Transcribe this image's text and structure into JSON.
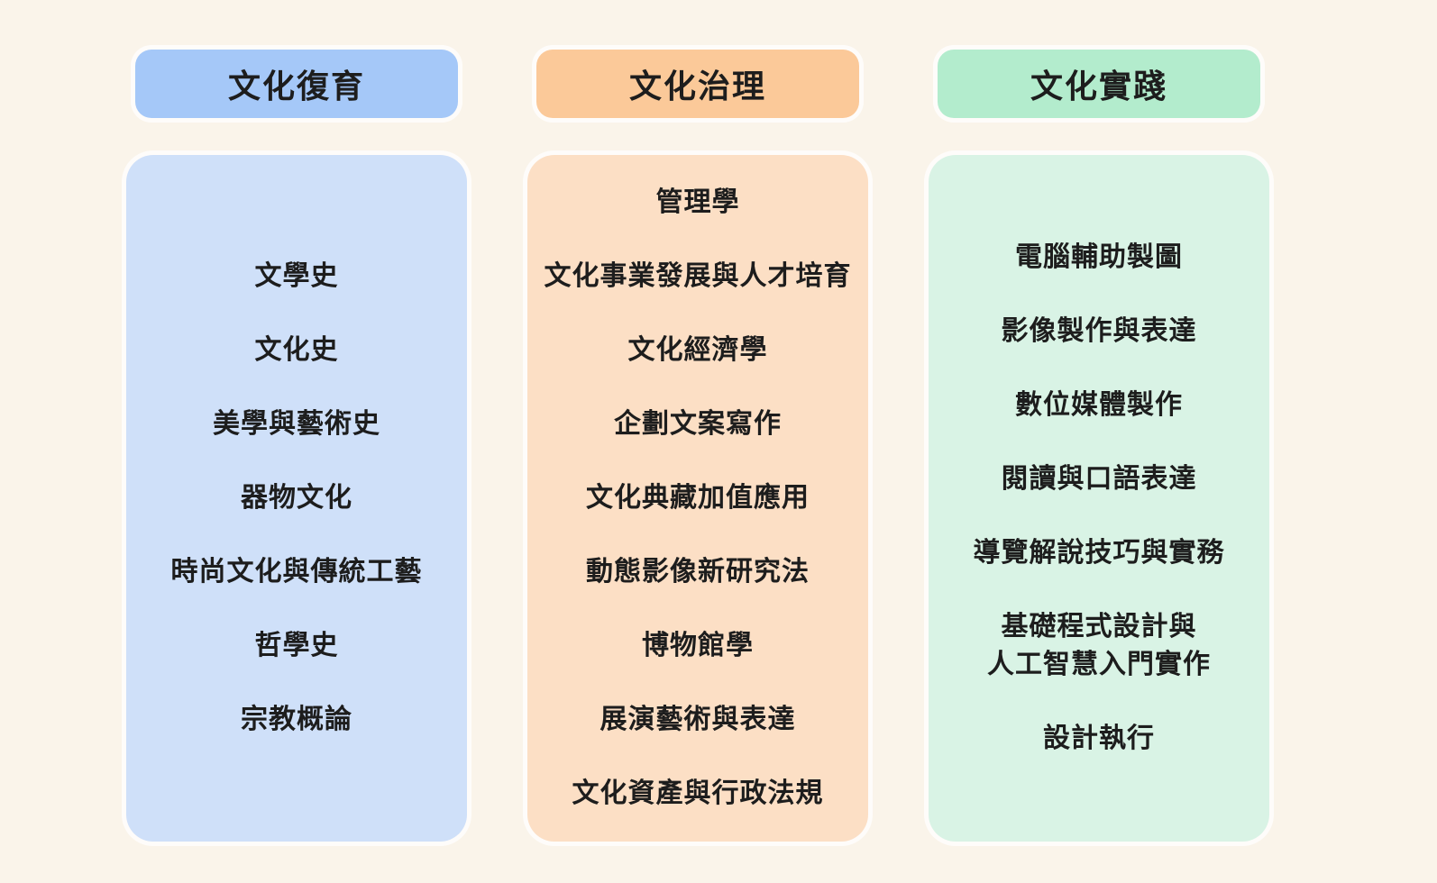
{
  "page": {
    "background_color": "#faf4ea",
    "text_color": "#1d1d1d"
  },
  "columns": [
    {
      "id": "cultural-revitalization",
      "header": "文化復育",
      "header_color": "#a5c8f8",
      "panel_color": "#cfe0f9",
      "items": [
        "文學史",
        "文化史",
        "美學與藝術史",
        "器物文化",
        "時尚文化與傳統工藝",
        "哲學史",
        "宗教概論"
      ]
    },
    {
      "id": "cultural-governance",
      "header": "文化治理",
      "header_color": "#fbc999",
      "panel_color": "#fcdfc5",
      "items": [
        "管理學",
        "文化事業發展與人才培育",
        "文化經濟學",
        "企劃文案寫作",
        "文化典藏加值應用",
        "動態影像新研究法",
        "博物館學",
        "展演藝術與表達",
        "文化資產與行政法規"
      ]
    },
    {
      "id": "cultural-practice",
      "header": "文化實踐",
      "header_color": "#b3eccd",
      "panel_color": "#d9f3e5",
      "items": [
        "電腦輔助製圖",
        "影像製作與表達",
        "數位媒體製作",
        "閱讀與口語表達",
        "導覽解說技巧與實務",
        "基礎程式設計與\n人工智慧入門實作",
        "設計執行"
      ]
    }
  ]
}
